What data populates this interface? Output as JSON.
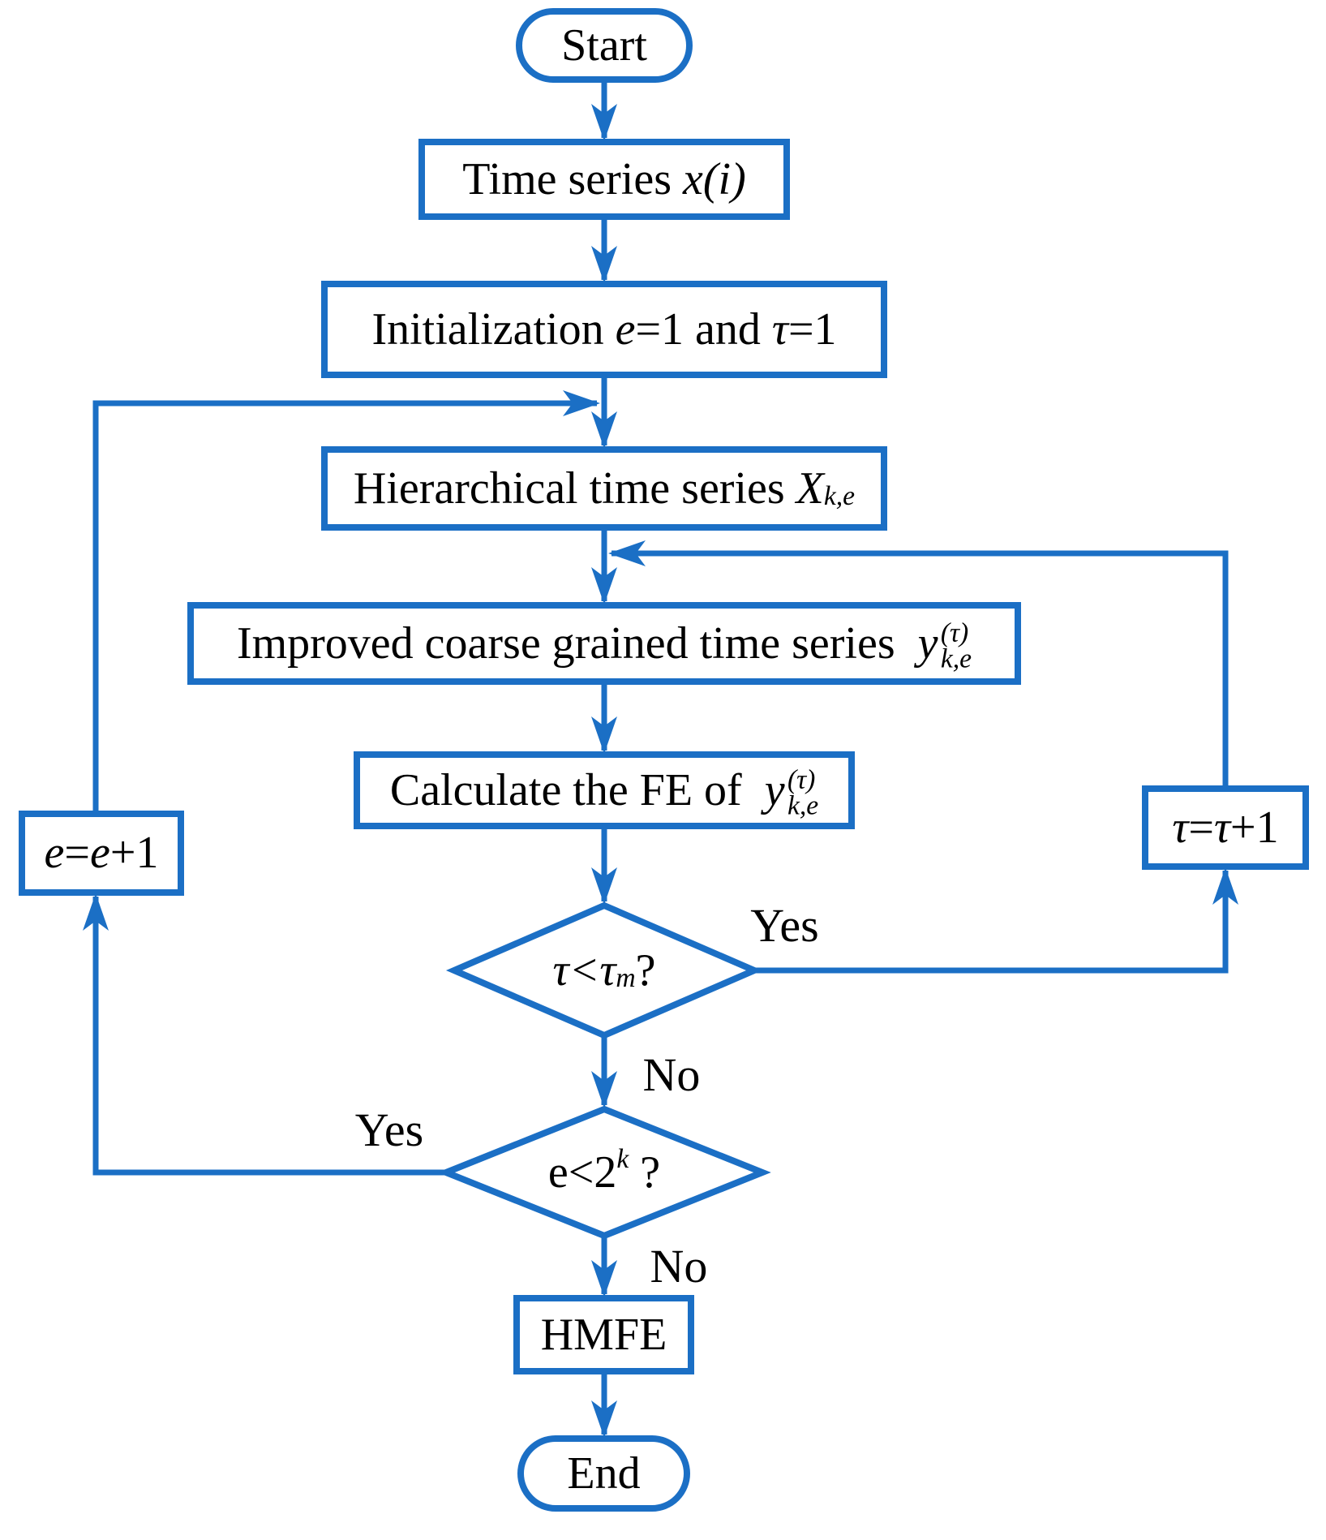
{
  "theme": {
    "accent": "#1B6FC5",
    "text": "#000000",
    "background": "#FFFFFF"
  },
  "nodes": {
    "start": {
      "label": "Start"
    },
    "time_series": {
      "text": "Time series ",
      "math": "x(i)"
    },
    "init": {
      "t1": "Initialization ",
      "e": "e",
      "t2": "=1 and ",
      "tau": "τ",
      "t3": "=1"
    },
    "hier": {
      "text": "Hierarchical time series ",
      "var": "X",
      "sub": "k,e"
    },
    "improved": {
      "text": "Improved coarse grained time series  ",
      "var": "y",
      "sup": "(τ)",
      "sub": "k,e"
    },
    "calc": {
      "text": "Calculate the FE of  ",
      "var": "y",
      "sup": "(τ)",
      "sub": "k,e"
    },
    "decision_tau": {
      "expr": "τ<τ",
      "sub": "m",
      "q": "?"
    },
    "decision_e": {
      "expr": "e<2",
      "sup": "k",
      "q": " ?"
    },
    "tau_inc": {
      "a": "τ",
      "b": "=",
      "c": "τ",
      "d": "+1"
    },
    "e_inc": {
      "a": "e",
      "b": "=",
      "c": "e",
      "d": "+1"
    },
    "hmfe": {
      "label": "HMFE"
    },
    "end": {
      "label": "End"
    }
  },
  "edges": {
    "yes_tau": "Yes",
    "no_tau": "No",
    "yes_e": "Yes",
    "no_e": "No"
  }
}
